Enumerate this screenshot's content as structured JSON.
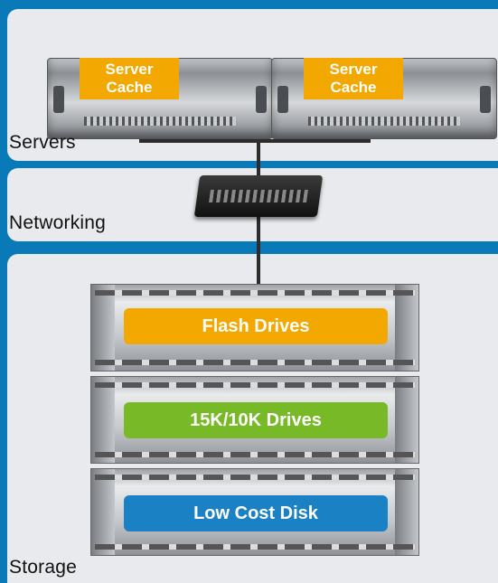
{
  "tiers": {
    "servers": "Servers",
    "networking": "Networking",
    "storage": "Storage"
  },
  "server_cache": [
    {
      "line1": "Server",
      "line2": "Cache"
    },
    {
      "line1": "Server",
      "line2": "Cache"
    }
  ],
  "storage_tiers": [
    {
      "label": "Flash Drives",
      "color": "#f2a800"
    },
    {
      "label": "15K/10K Drives",
      "color": "#78b928"
    },
    {
      "label": "Low Cost Disk",
      "color": "#1a82c4"
    }
  ]
}
